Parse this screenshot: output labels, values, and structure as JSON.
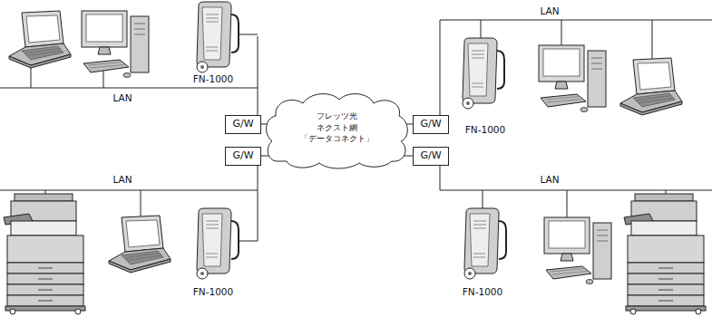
{
  "diagram": {
    "nodes": [
      {
        "text": [
          "G/W"
        ]
      },
      {
        "text": [
          "フレッツ光 ネクスト網 「データコネクト」"
        ]
      },
      {
        "text": [
          "G/W"
        ]
      },
      {
        "text": [
          "G/W"
        ]
      },
      {
        "text": [
          "G/W"
        ]
      }
    ],
    "edges": [
      {
        "from": 0,
        "to": 1,
        "arrow": "none"
      },
      {
        "from": 2,
        "to": 1,
        "arrow": "none"
      },
      {
        "from": 3,
        "to": 1,
        "arrow": "none"
      },
      {
        "from": 4,
        "to": 1,
        "arrow": "none"
      }
    ],
    "labels": [
      "LAN",
      "FN-1000",
      "LAN",
      "FN-1000",
      "LAN",
      "FN-1000",
      "LAN",
      "FN-1000"
    ]
  }
}
